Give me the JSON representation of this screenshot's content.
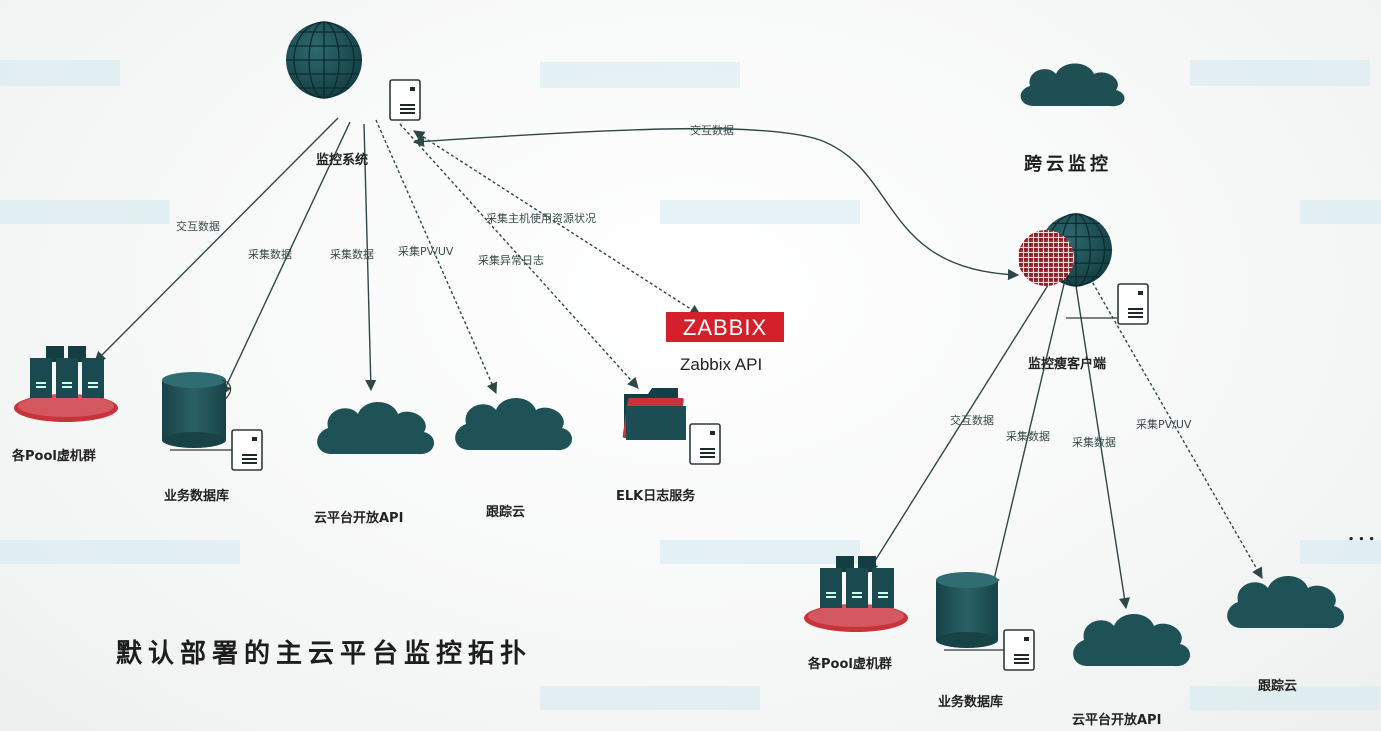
{
  "title": "默认部署的主云平台监控拓扑",
  "cross_cloud_title": "跨云监控",
  "main_system_label": "监控系统",
  "client_label": "监控瘦客户端",
  "zabbix_logo": "ZABBIX",
  "zabbix_api_label": "Zabbix API",
  "ellipsis": "...",
  "left_nodes": {
    "vm_pool": "各Pool虚机群",
    "database": "业务数据库",
    "cloud_api": "云平台开放API",
    "trace_cloud": "跟踪云",
    "elk": "ELK日志服务"
  },
  "right_nodes": {
    "vm_pool": "各Pool虚机群",
    "database": "业务数据库",
    "cloud_api": "云平台开放API",
    "trace_cloud": "跟踪云"
  },
  "edge_labels": {
    "left_exchange": "交互数据",
    "left_collect_1": "采集数据",
    "left_collect_2": "采集数据",
    "left_pvuv": "采集PV/UV",
    "left_log": "采集异常日志",
    "left_host": "采集主机使用资源状况",
    "cross_exchange": "交互数据",
    "right_exchange": "交互数据",
    "right_collect_1": "采集数据",
    "right_collect_2": "采集数据",
    "right_pvuv": "采集PV/UV"
  },
  "colors": {
    "node_teal": "#1e5156",
    "edge": "#2f4747",
    "zabbix_red": "#d4202a",
    "vm_base_red": "#c8323a"
  },
  "icons": {
    "main_globe": "globe-icon",
    "client_globe": "globe-icon",
    "server": "server-icon",
    "cloud": "cloud-icon",
    "database": "database-icon",
    "folder": "folder-icon",
    "vm_cluster": "vm-cluster-icon"
  }
}
